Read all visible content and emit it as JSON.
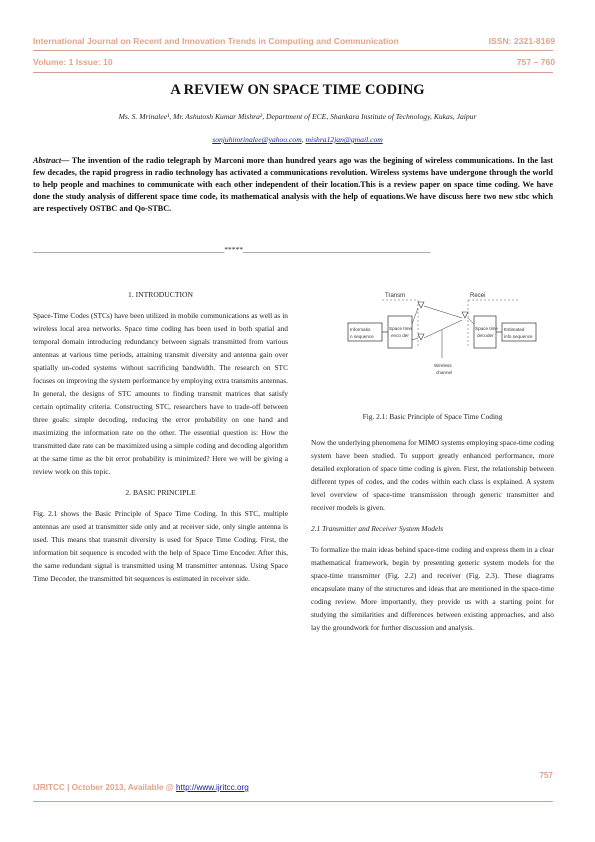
{
  "header": {
    "journal": "International Journal on Recent and Innovation Trends in Computing and Communication",
    "issn": "ISSN: 2321-8169",
    "volume": "Volume: 1 Issue: 10",
    "pages": "757 – 760"
  },
  "title": "A REVIEW ON SPACE TIME CODING",
  "authors": "Ms. S. Mrinalee¹, Mr. Ashutosh Kumar Mishra², Department of ECE, Shankara Institute of Technology, Kukas, Jaipur",
  "emails": {
    "email1": "sonjuhimrinalee@yahoo.com",
    "sep": ", ",
    "email2": "mishra12jan@gmail.com"
  },
  "abstract": {
    "label": "Abstract—",
    "text": " The invention of the radio telegraph by  Marconi more than hundred years ago was the begining of wireless communications. In the last few decades, the rapid progress in radio technology has activated a communications revolution. Wireless systems have undergone through the world to help people and machines to communicate with each other independent of their location.This is a review paper on space time coding. We have done the study analysis of different space time code, its mathematical analysis with the help of equations.We have discuss here two new stbc which are respectively OSTBC and Qo-STBC."
  },
  "divider": "___________________________________________________*****__________________________________________________",
  "sections": {
    "intro_heading": "1.      INTRODUCTION",
    "intro_text": "Space-Time Codes (STCs) have been utilized in mobile communications as well as in wireless local area networks. Space time coding has been used in both spatial and temporal domain introducing redundancy between signals transmitted from various antennas at various time periods, attaining transmit diversity and antenna gain over spatially un-coded systems without sacrificing bandwidth. The research on STC focuses on improving the system performance by employing extra transmits antennas. In general, the designs of STC amounts to finding transmit matrices that satisfy certain optimality criteria. Constructing STC, researchers have to trade-off between three goals: simple decoding, reducing the error probability on one hand and maximizing the information rate on the other. The essential question is: How the transmitted date rate can be maximized using a simple coding and decoding algorithm at the same time as the bit error probability is minimized? Here we will be giving a review work on this topic.",
    "basic_heading": "2.      BASIC PRINCIPLE",
    "basic_text": "Fig. 2.1 shows the Basic Principle of Space Time Coding. In this STC, multiple antennas are used at transmitter side only and at receiver side, only single antenna is used. This means that transmit diversity is used for Space Time Coding. First, the information bit sequence is encoded with the help of Space Time Encoder. After this, the same redundant signal is transmitted using M transmitter antennas. Using Space Time Decoder, the transmitted bit sequences is estimated in receiver side.",
    "right_para1": "Now the underlying phenomena for MIMO systems employing space-time coding system have been studied. To support greatly enhanced performance, more detailed exploration of space time coding is given. First, the relationship between different types of codes, and the codes within each class is explained.  A system level overview of space-time transmission through generic transmitter and receiver models is given.",
    "subsec_heading": "2.1      Transmitter and Receiver System Models",
    "right_para2": "To formalize the main ideas behind space-time coding and express them in a clear mathematical framework, begin by presenting generic system models for the space-time transmitter (Fig. 2.2) and receiver (Fig. 2.3). These diagrams encapsulate many of the structures and ideas that are mentioned in the space-time coding review. More importantly, they provide us with a starting point for studying the similarities and differences between existing approaches, and also lay the groundwork for further discussion and analysis."
  },
  "figure": {
    "tx_label": "Transm",
    "rx_label": "Recei",
    "box1": [
      "Informatio",
      "n sequence"
    ],
    "box2": [
      "Space time",
      "enco der"
    ],
    "box3": [
      "Space time",
      "decoder"
    ],
    "box4": [
      "Estimated",
      "info sequence"
    ],
    "channel": [
      "Wireless",
      "channel"
    ],
    "caption": "Fig. 2.1: Basic Principle of Space Time Coding"
  },
  "footer": {
    "left": "IJRITCC | October 2013, Available @ ",
    "link": "http://www.ijritcc.org",
    "page": "757",
    "rule": "________________________________________________________________________________________________________________"
  }
}
